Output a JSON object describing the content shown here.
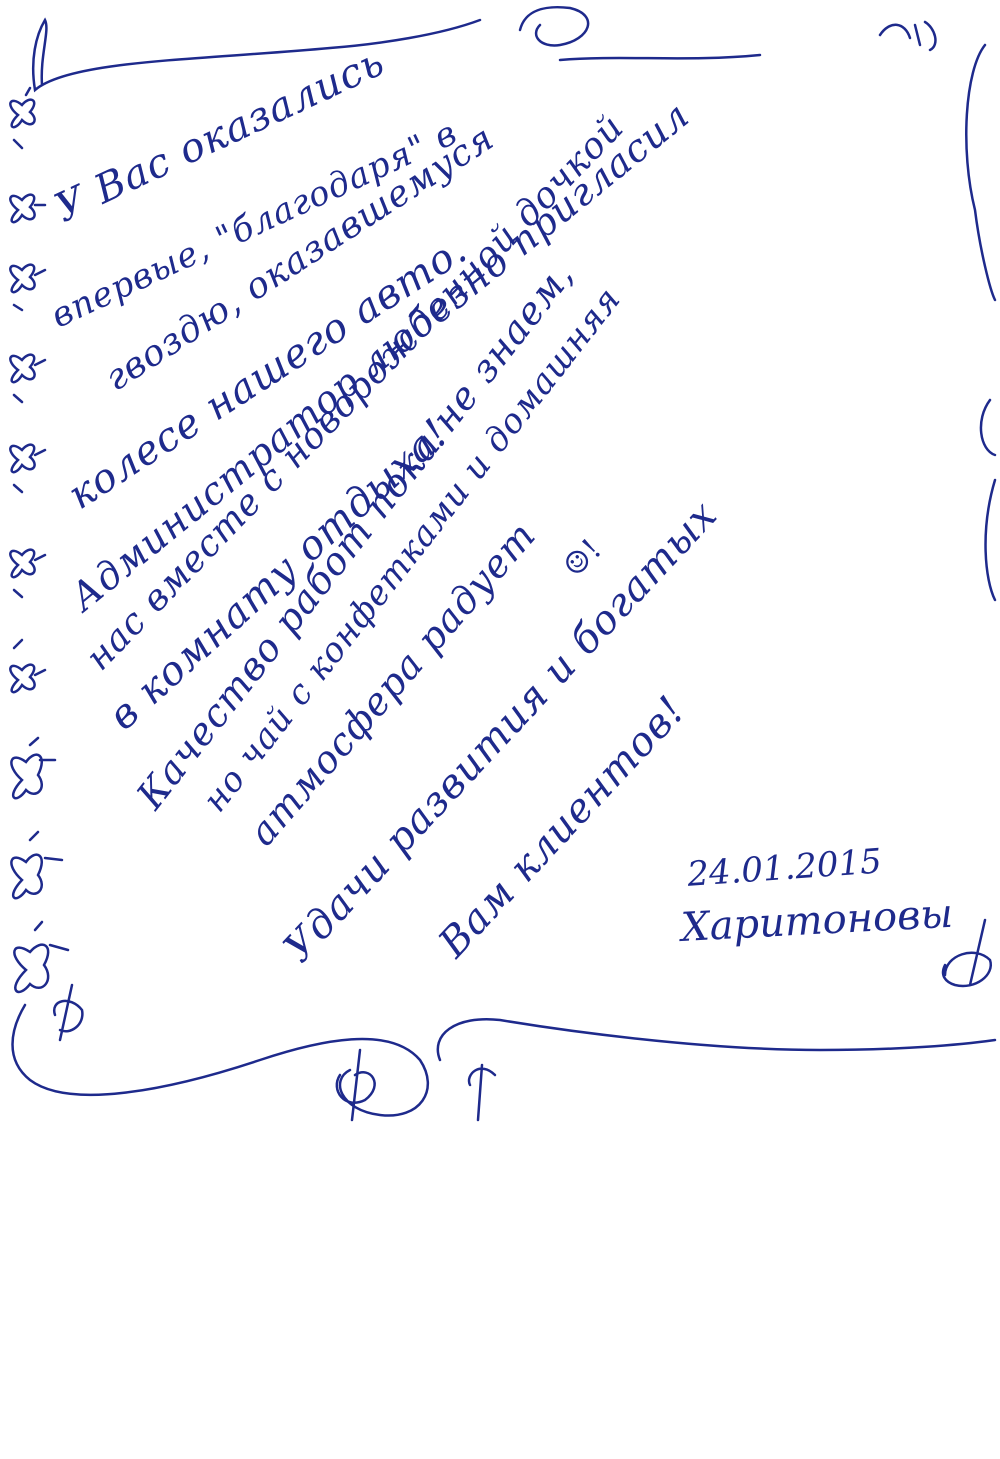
{
  "letter": {
    "lines": [
      "У Вас оказались",
      "впервые, \"благодаря\" в",
      "гвоздю, оказавшемуся",
      "колесе нашего авто.",
      "Администратор любезно пригласил",
      "нас вместе с новорожденной дочкой",
      "в комнату отдыха!",
      "Качество работ пока не знаем,",
      "но чай с конфетками и домашняя",
      "атмосфера радует",
      "Удачи развития и богатых",
      "Вам клиентов!"
    ],
    "smiley": "☺!",
    "date": "24.01.2015",
    "signature": "Харитоновы"
  },
  "colors": {
    "ink": "#1e2a8c",
    "paper": "#ffffff"
  }
}
